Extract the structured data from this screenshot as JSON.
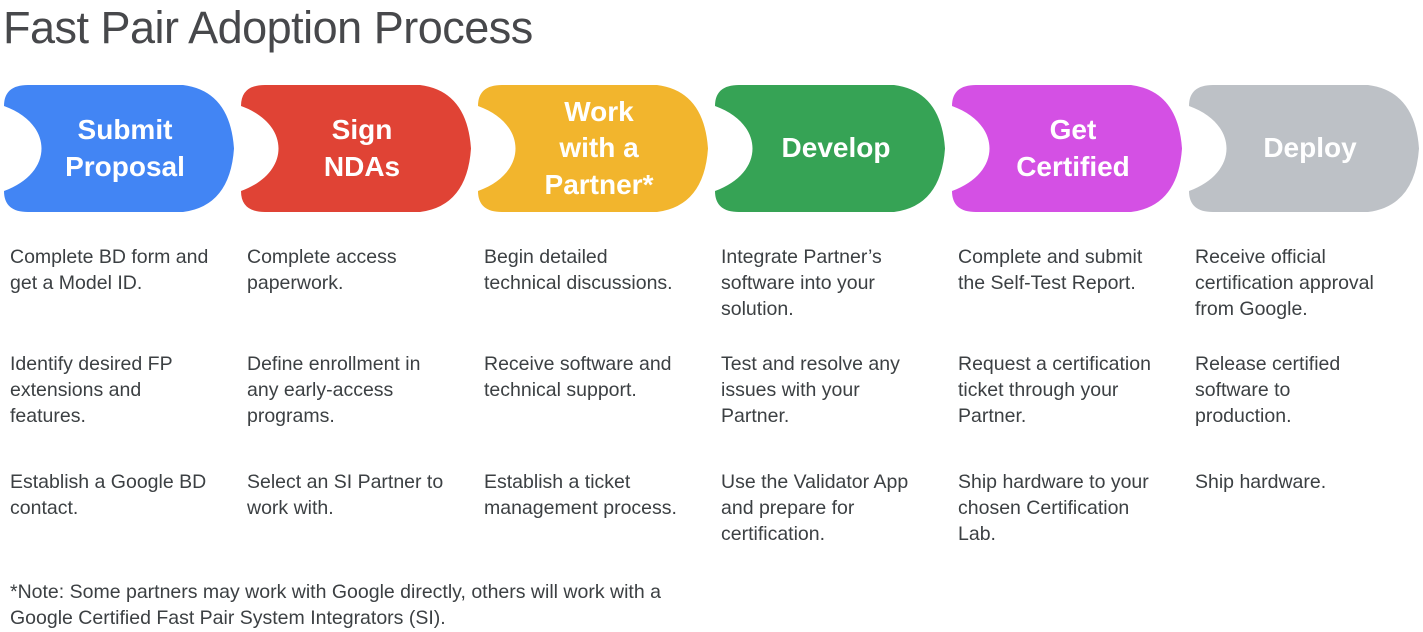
{
  "title": "Fast Pair Adoption Process",
  "stages": [
    {
      "label": "Submit\nProposal",
      "color": "#4285F4",
      "steps": [
        "Complete BD form and\nget a Model ID.",
        "Identify desired FP\nextensions and\nfeatures.",
        "Establish a Google BD\ncontact."
      ]
    },
    {
      "label": "Sign\nNDAs",
      "color": "#E04335",
      "steps": [
        "Complete access\npaperwork.",
        "Define enrollment in\nany early-access\nprograms.",
        "Select an SI Partner to\nwork with."
      ]
    },
    {
      "label": "Work\nwith a\nPartner*",
      "color": "#F2B52D",
      "steps": [
        "Begin detailed\ntechnical discussions.",
        "Receive software and\ntechnical support.",
        "Establish a ticket\nmanagement process."
      ]
    },
    {
      "label": "Develop",
      "color": "#36A355",
      "steps": [
        "Integrate Partner’s\nsoftware into your\nsolution.",
        "Test and resolve any\nissues with your\nPartner.",
        "Use the Validator App\nand prepare for\ncertification."
      ]
    },
    {
      "label": "Get\nCertified",
      "color": "#D450E4",
      "steps": [
        "Complete and submit\nthe Self-Test Report.",
        "Request a certification\nticket through your\nPartner.",
        "Ship hardware to your\nchosen Certification\nLab."
      ]
    },
    {
      "label": "Deploy",
      "color": "#BDC1C6",
      "steps": [
        "Receive official\ncertification approval\nfrom Google.",
        "Release certified\nsoftware to\nproduction.",
        "Ship hardware."
      ]
    }
  ],
  "footnote": "*Note: Some partners may work with Google directly, others will work with a\nGoogle Certified Fast Pair System Integrators (SI)."
}
